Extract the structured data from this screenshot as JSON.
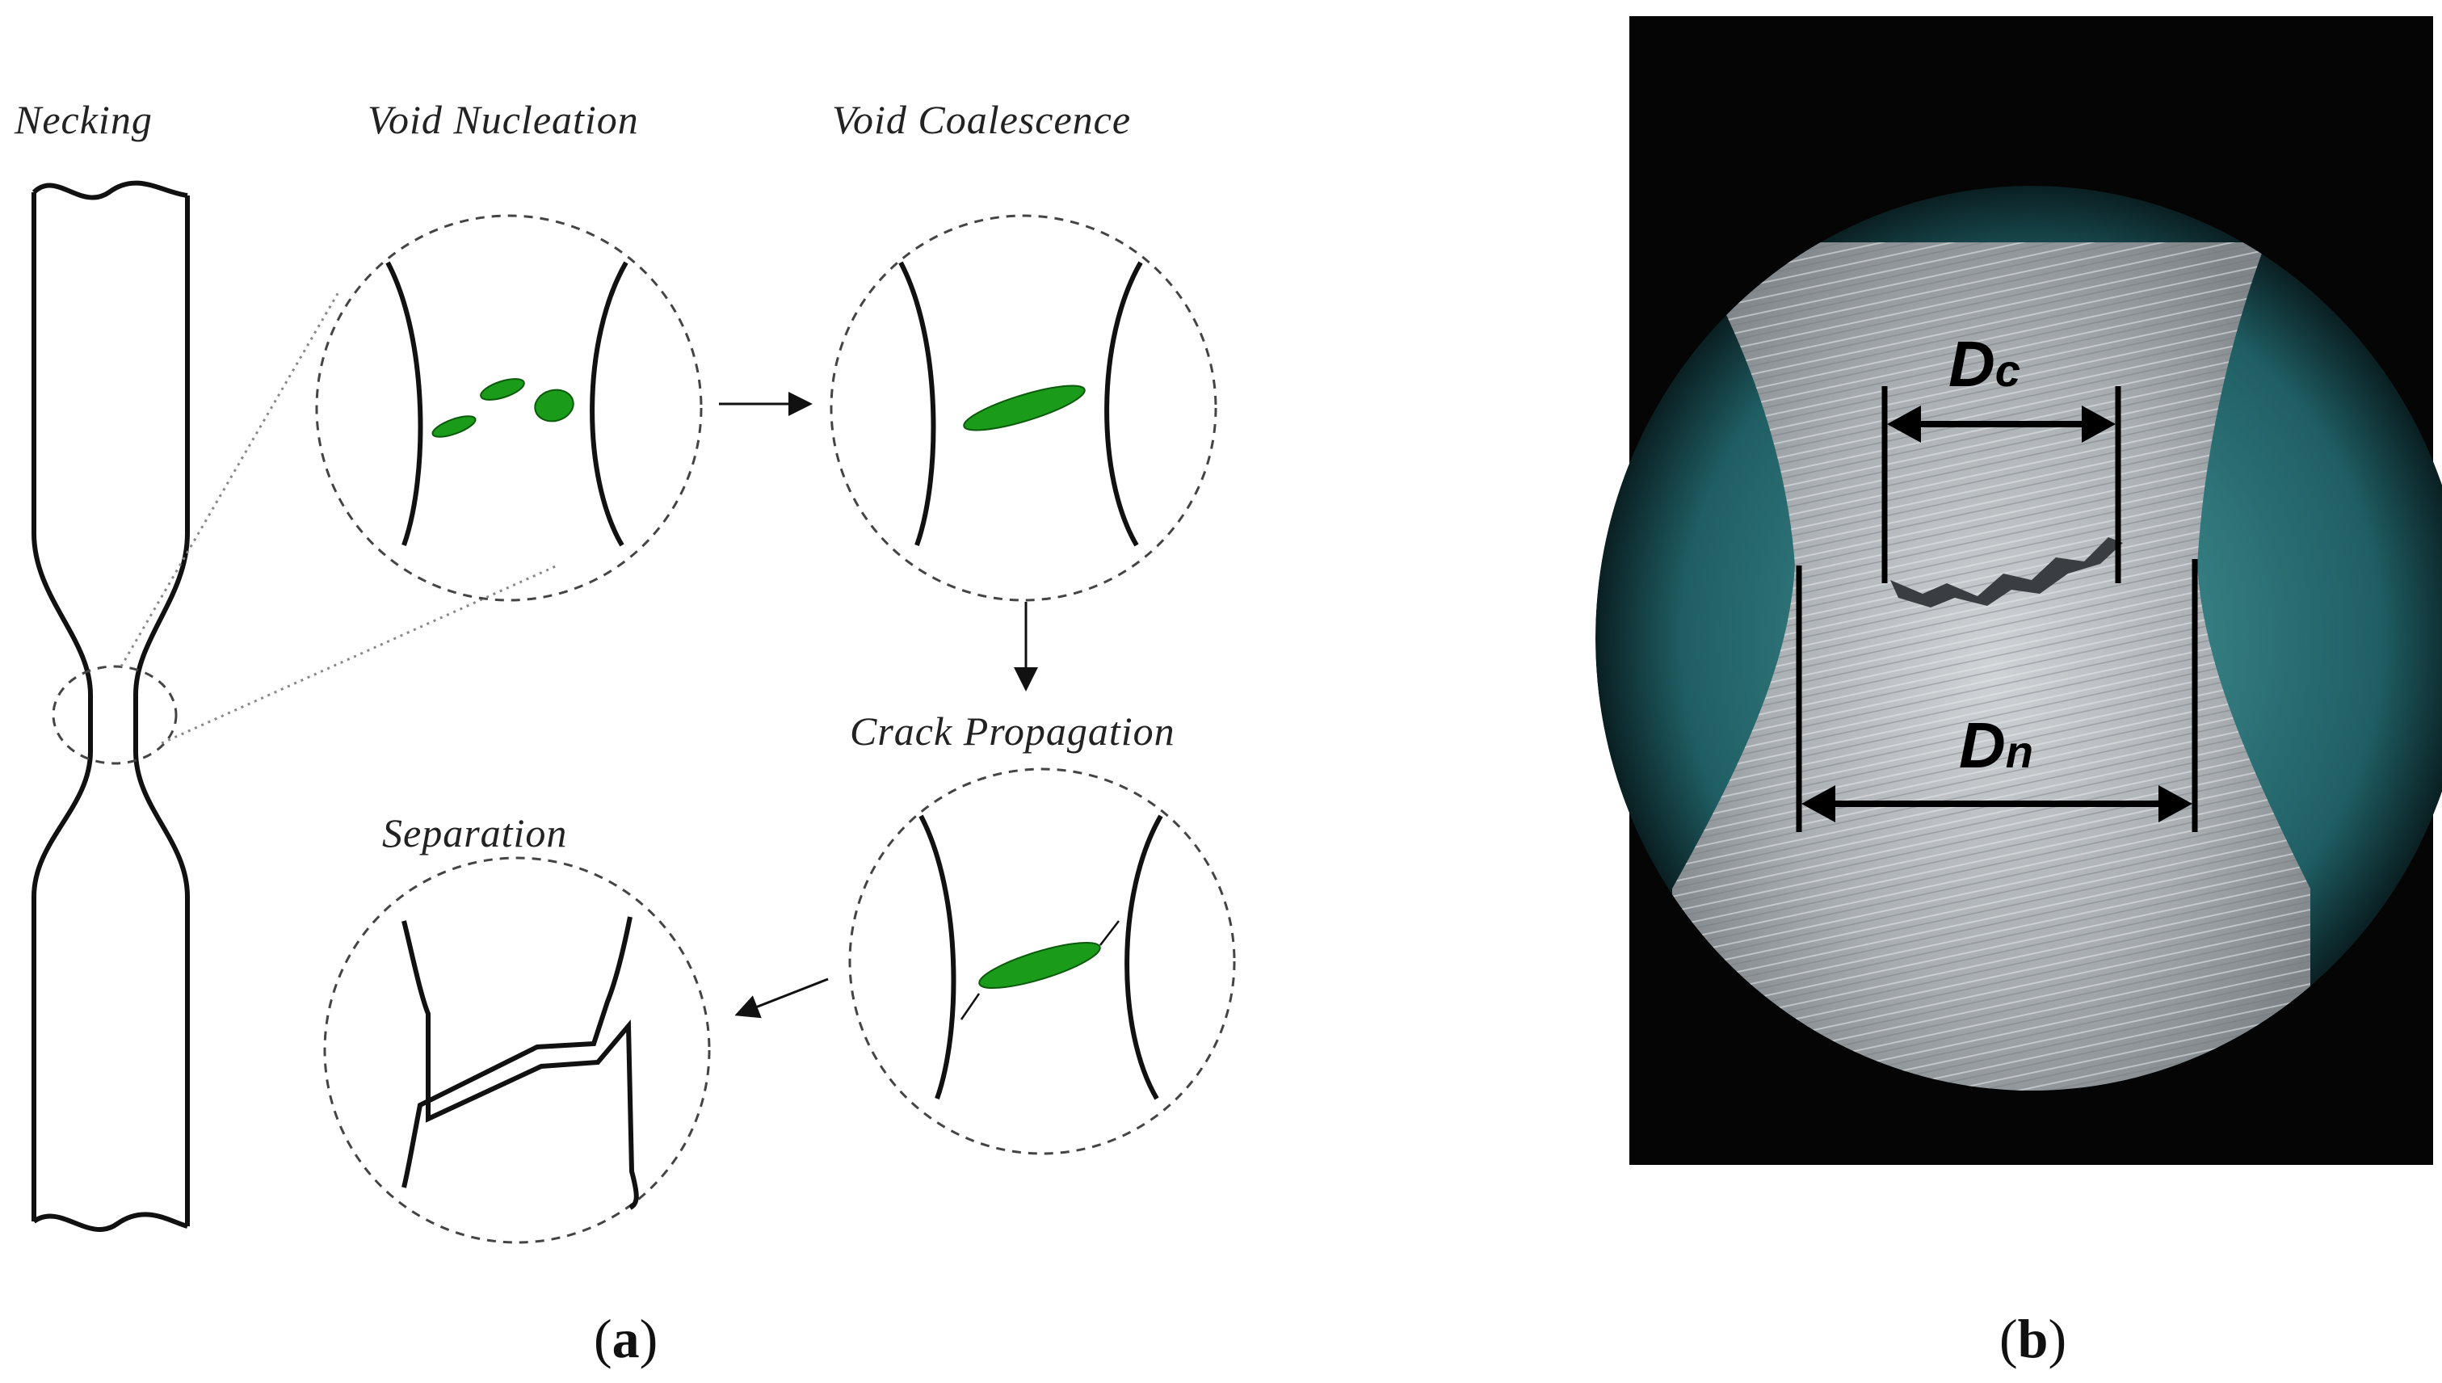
{
  "panel_a": {
    "labels": {
      "necking": "Necking",
      "void_nucleation": "Void Nucleation",
      "void_coalescence": "Void Coalescence",
      "crack_propagation": "Crack Propagation",
      "separation": "Separation"
    },
    "caption": {
      "open": "(",
      "letter": "a",
      "close": ")"
    },
    "colors": {
      "void": "#1a9b1a",
      "outline": "#111111"
    }
  },
  "panel_b": {
    "labels": {
      "dc_main": "D",
      "dc_sub": "c",
      "dn_main": "D",
      "dn_sub": "n"
    },
    "caption": {
      "open": "(",
      "letter": "b",
      "close": ")"
    }
  }
}
